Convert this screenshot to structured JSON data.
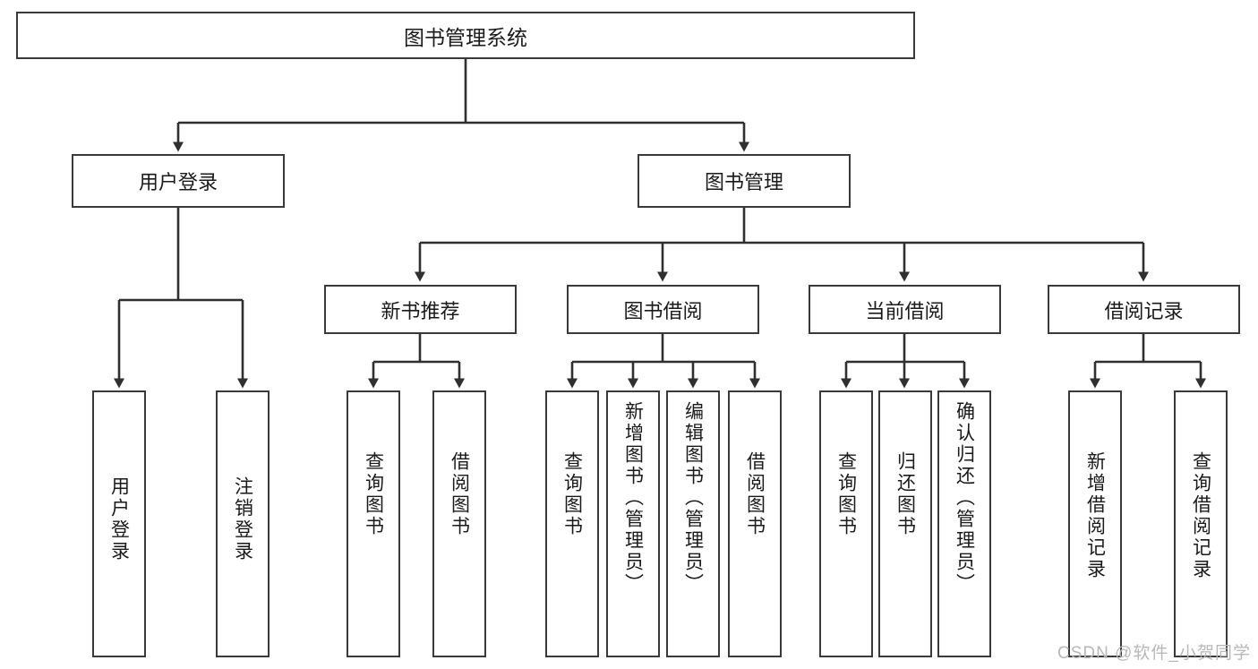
{
  "diagram": {
    "title": "图书管理系统",
    "type": "tree-hierarchy-chart",
    "watermark": "CSDN @软件_小贺同学",
    "colors": {
      "box_border": "#3a3a3a",
      "box_fill": "#ffffff",
      "edge": "#2f2f2f",
      "text": "#1a1a1a",
      "watermark": "#b8b8b8",
      "background": "#ffffff"
    },
    "root": {
      "label": "图书管理系统"
    },
    "level1": [
      {
        "label": "用户登录"
      },
      {
        "label": "图书管理"
      }
    ],
    "level2": [
      {
        "label": "新书推荐"
      },
      {
        "label": "图书借阅"
      },
      {
        "label": "当前借阅"
      },
      {
        "label": "借阅记录"
      }
    ],
    "leaves": {
      "user_login": [
        {
          "label": "用户登录"
        },
        {
          "label": "注销登录"
        }
      ],
      "new_book_recommend": [
        {
          "label": "查询图书"
        },
        {
          "label": "借阅图书"
        }
      ],
      "book_borrow": [
        {
          "label": "查询图书"
        },
        {
          "label": "新增图书（管理员）"
        },
        {
          "label": "编辑图书（管理员）"
        },
        {
          "label": "借阅图书"
        }
      ],
      "current_borrow": [
        {
          "label": "查询图书"
        },
        {
          "label": "归还图书"
        },
        {
          "label": "确认归还（管理员）"
        }
      ],
      "borrow_record": [
        {
          "label": "新增借阅记录"
        },
        {
          "label": "查询借阅记录"
        }
      ]
    }
  }
}
